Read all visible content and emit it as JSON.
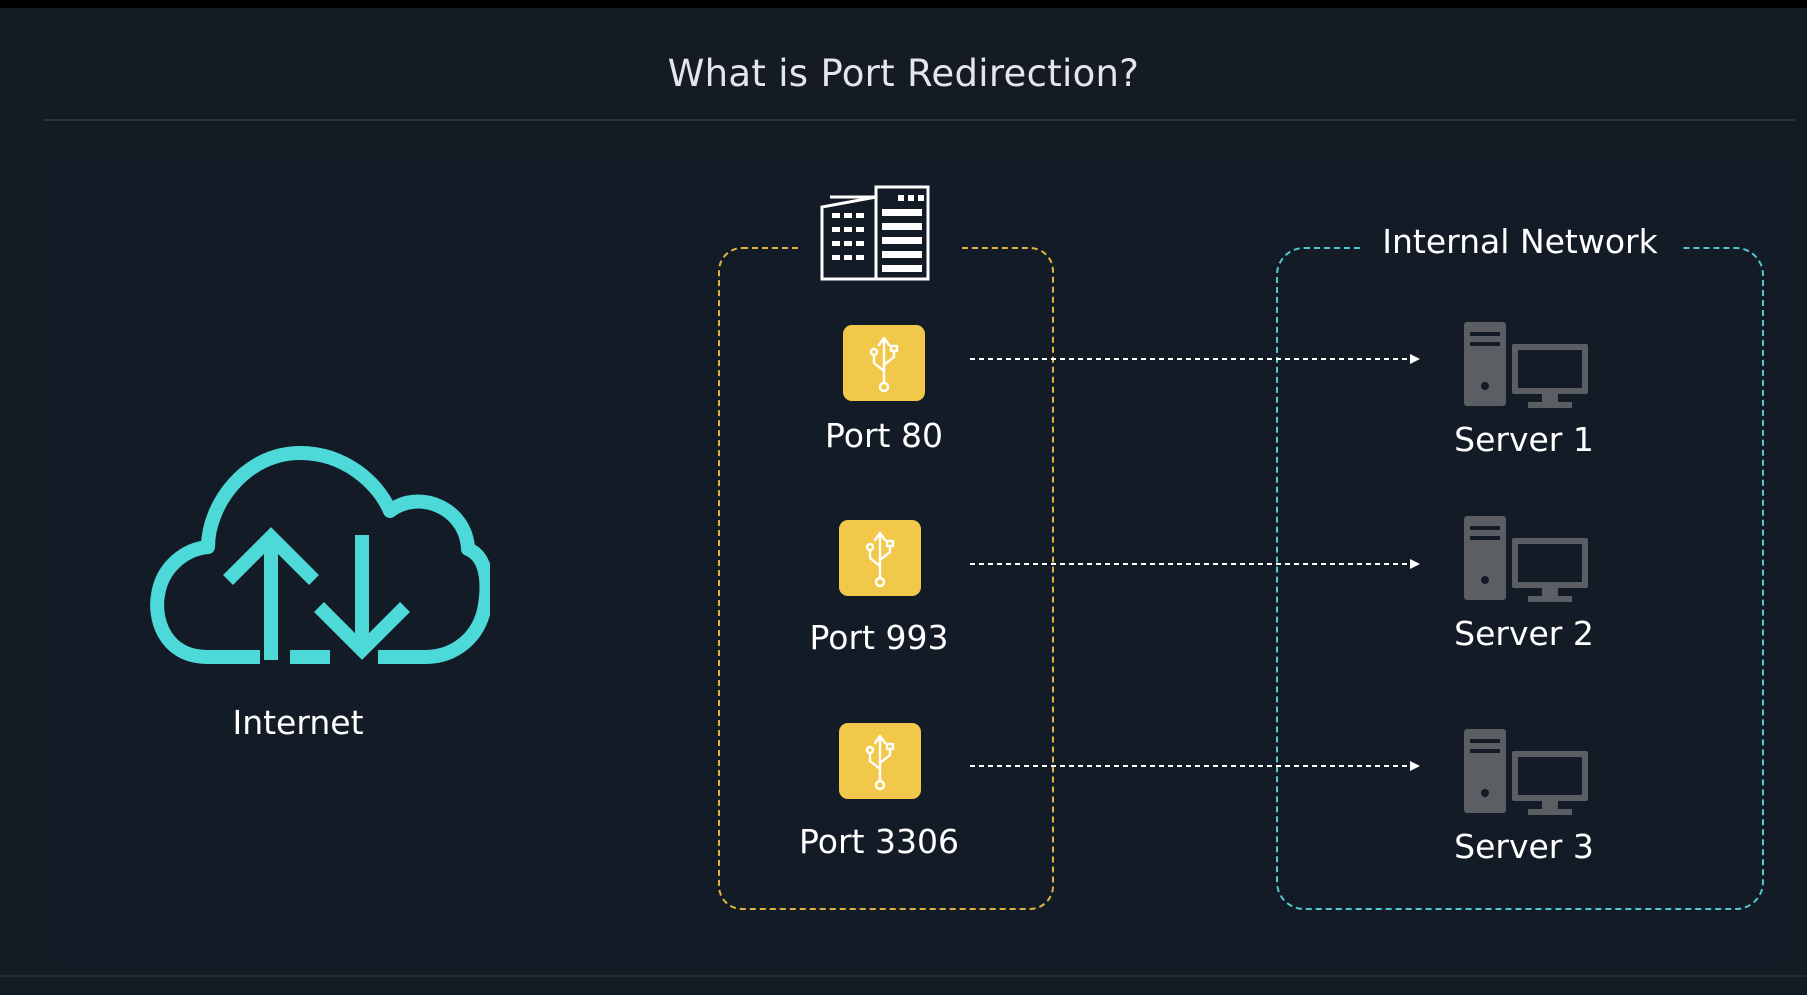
{
  "title": "What is Port Redirection?",
  "internet": {
    "label": "Internet",
    "icon": "cloud-upload-download-icon",
    "color": "#4ed9d9"
  },
  "gateway": {
    "icon": "building-icon",
    "border_color": "#e0b23e",
    "ports": [
      {
        "label": "Port 80",
        "icon": "usb-icon"
      },
      {
        "label": "Port 993",
        "icon": "usb-icon"
      },
      {
        "label": "Port 3306",
        "icon": "usb-icon"
      }
    ],
    "tile_color": "#f1c84a"
  },
  "internal_network": {
    "title": "Internal Network",
    "border_color": "#52c8cf",
    "servers": [
      {
        "label": "Server 1",
        "icon": "server-computer-icon"
      },
      {
        "label": "Server 2",
        "icon": "server-computer-icon"
      },
      {
        "label": "Server 3",
        "icon": "server-computer-icon"
      }
    ]
  },
  "connections": [
    {
      "from": "Port 80",
      "to": "Server 1"
    },
    {
      "from": "Port 993",
      "to": "Server 2"
    },
    {
      "from": "Port 3306",
      "to": "Server 3"
    }
  ]
}
